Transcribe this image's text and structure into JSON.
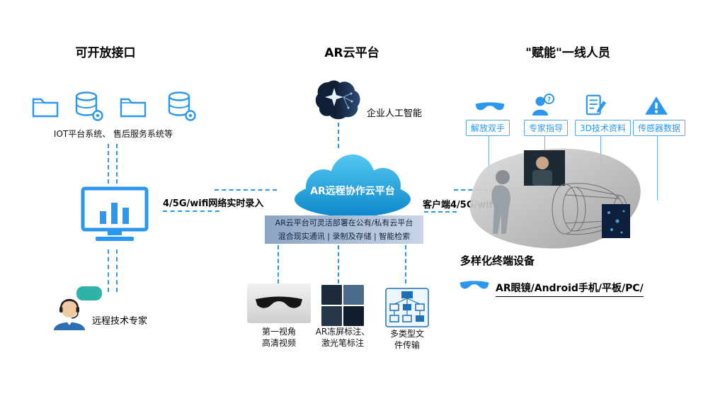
{
  "left": {
    "title": "可开放接口",
    "systems_label": "IOT平台系统、 售后服务系统等",
    "expert_label": "远程技术专家"
  },
  "center": {
    "title": "AR云平台",
    "ai_label": "企业人工智能",
    "cloud_label": "AR远程协作云平台",
    "deploy_line1": "AR云平台可灵活部署在公有/私有云平台",
    "deploy_line2": "混合现实通讯 | 录制及存储 | 智能检索",
    "feature1_line1": "第一视角",
    "feature1_line2": "高清视频",
    "feature2_line1": "AR冻屏标注、",
    "feature2_line2": "激光笔标注",
    "feature3_line1": "多类型文",
    "feature3_line2": "件传输"
  },
  "right": {
    "title": "\"赋能\"一线人员",
    "features": [
      "解放双手",
      "专家指导",
      "3D技术资料",
      "传感器数据"
    ],
    "devices_title": "多样化终端设备",
    "devices_label": "AR眼镜/Android手机/平板/PC/"
  },
  "connectors": {
    "left_label": "4/5G/wifi网络实时录入",
    "right_label": "客户端4/5G/wifi"
  },
  "colors": {
    "accent": "#2196F3",
    "navy": "#16243d"
  }
}
